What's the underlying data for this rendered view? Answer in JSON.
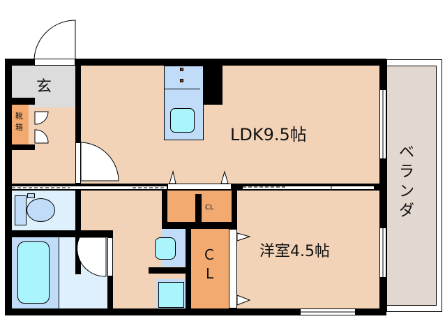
{
  "floorplan": {
    "layout": "1LDK",
    "rooms": [
      {
        "id": "entrance",
        "label": "玄",
        "color": "#dcdcdc"
      },
      {
        "id": "shoe-box",
        "label": "靴箱",
        "color": "#f2aa70"
      },
      {
        "id": "ldk",
        "label": "LDK9.5帖",
        "color": "#f2d3b8"
      },
      {
        "id": "closet-small",
        "label": "CL",
        "color": "#f2aa70"
      },
      {
        "id": "closet",
        "label": "CL",
        "color": "#f2aa70"
      },
      {
        "id": "western-room",
        "label": "洋室4.5帖",
        "color": "#f2d3b8"
      },
      {
        "id": "toilet",
        "label": "",
        "color": "#ddf0fc"
      },
      {
        "id": "bathroom",
        "label": "",
        "color": "#ddf0fc"
      },
      {
        "id": "veranda",
        "label": "ベランダ",
        "color": "#e2d8d0"
      }
    ],
    "fixtures": {
      "kitchen_color": "#c0dcf8",
      "sink_color": "#aaf4fc",
      "burner_color": "#8b4513"
    },
    "labels": {
      "entrance": "玄",
      "shoe_box_1": "靴",
      "shoe_box_2": "箱",
      "ldk": "LDK9.5帖",
      "closet_small": "CL",
      "closet_c": "C",
      "closet_l": "L",
      "western_room": "洋室4.5帖",
      "veranda_1": "ベ",
      "veranda_2": "ラ",
      "veranda_3": "ン",
      "veranda_4": "ダ"
    }
  }
}
